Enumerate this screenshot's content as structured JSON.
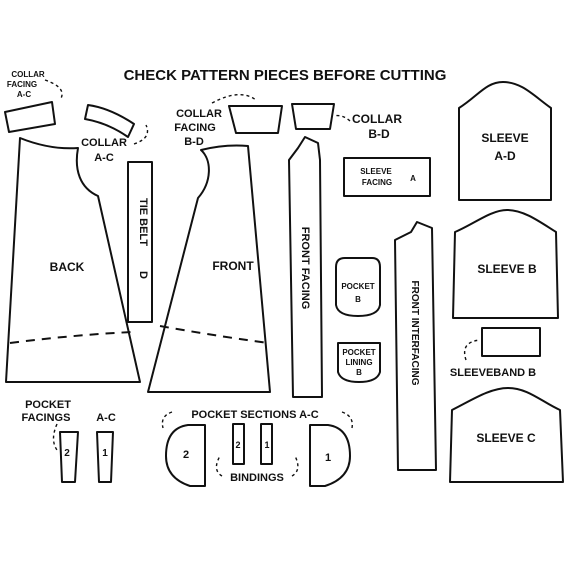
{
  "title": "CHECK PATTERN PIECES BEFORE CUTTING",
  "labels": {
    "collar_facing_ac_line1": "COLLAR",
    "collar_facing_ac_line2": "FACING",
    "collar_facing_ac_line3": "A-C",
    "collar_ac_line1": "COLLAR",
    "collar_ac_line2": "A-C",
    "collar_facing_bd_line1": "COLLAR",
    "collar_facing_bd_line2": "FACING",
    "collar_facing_bd_line3": "B-D",
    "collar_bd_line1": "COLLAR",
    "collar_bd_line2": "B-D",
    "sleeve_ad_line1": "SLEEVE",
    "sleeve_ad_line2": "A-D",
    "sleeve_facing_line1": "SLEEVE",
    "sleeve_facing_line2": "FACING",
    "sleeve_facing_letter": "A",
    "back": "BACK",
    "front": "FRONT",
    "tie_belt": "TIE BELT",
    "tie_belt_letter": "D",
    "front_facing": "FRONT FACING",
    "pocket_line1": "POCKET",
    "pocket_letter": "B",
    "pocket_lining_line1": "POCKET",
    "pocket_lining_line2": "LINING",
    "pocket_lining_letter": "B",
    "front_interfacing": "FRONT INTERFACING",
    "sleeve_b": "SLEEVE B",
    "sleeveband_b": "SLEEVEBAND  B",
    "sleeve_c": "SLEEVE  C",
    "pocket_facings_line1": "POCKET",
    "pocket_facings_line2": "FACINGS",
    "pocket_facings_ac": "A-C",
    "facing_num_2": "2",
    "facing_num_1": "1",
    "pocket_sections": "POCKET  SECTIONS  A-C",
    "section_num_2": "2",
    "section_num_1": "1",
    "binding_num_2": "2",
    "binding_num_1": "1",
    "bindings": "BINDINGS"
  }
}
